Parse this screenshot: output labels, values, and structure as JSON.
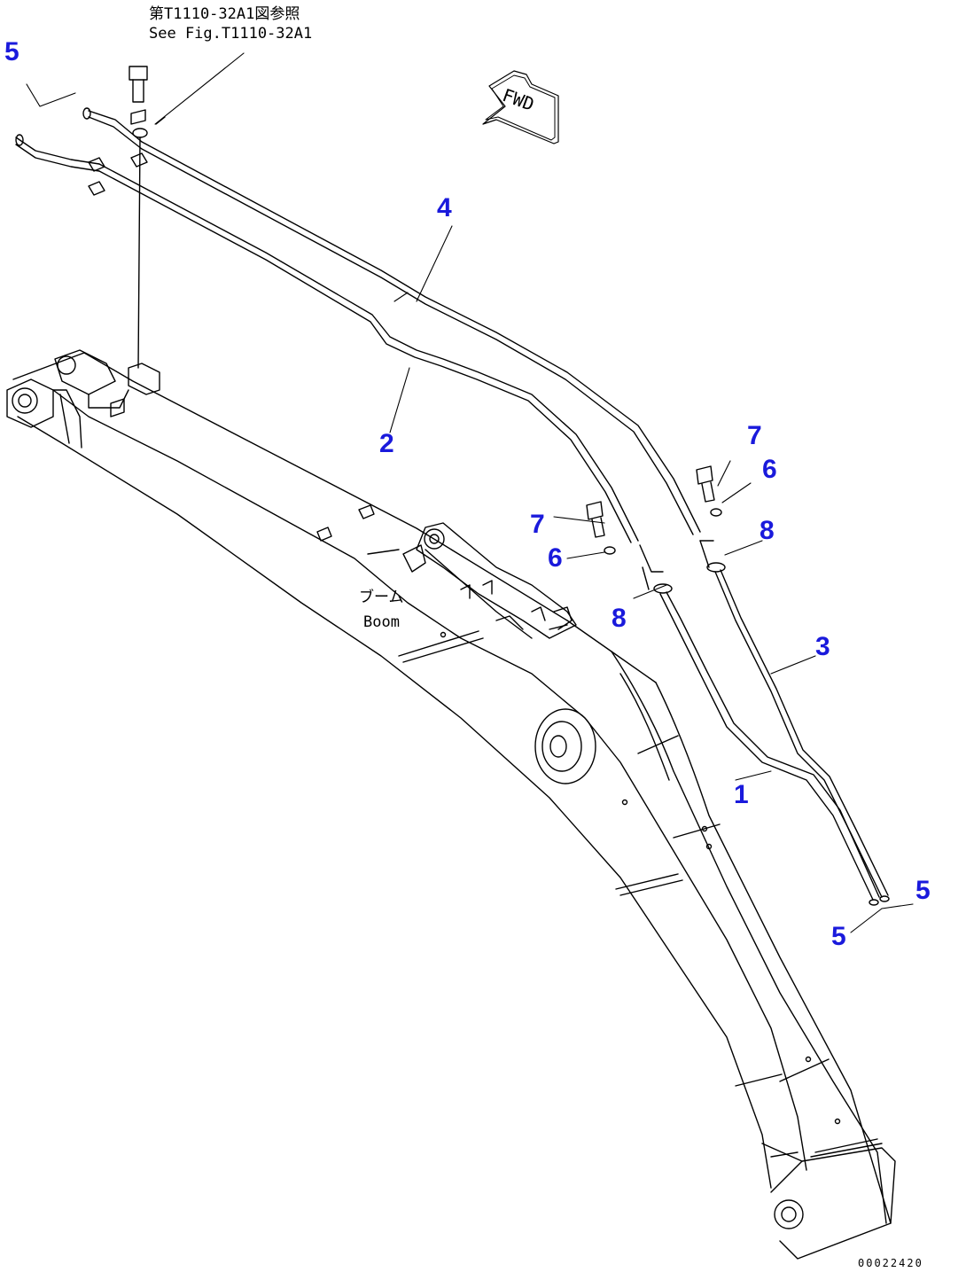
{
  "reference_note": {
    "line1": "第T1110-32A1図参照",
    "line2": "See Fig.T1110-32A1"
  },
  "direction_label": "FWD",
  "component_label": {
    "jp": "ブーム",
    "en": "Boom"
  },
  "callouts": [
    "5",
    "4",
    "2",
    "7",
    "6",
    "7",
    "6",
    "8",
    "8",
    "3",
    "1",
    "5",
    "5"
  ],
  "drawing_id": "00022420",
  "colors": {
    "callout": "#1a1adc",
    "line": "#000000",
    "background": "#ffffff"
  }
}
